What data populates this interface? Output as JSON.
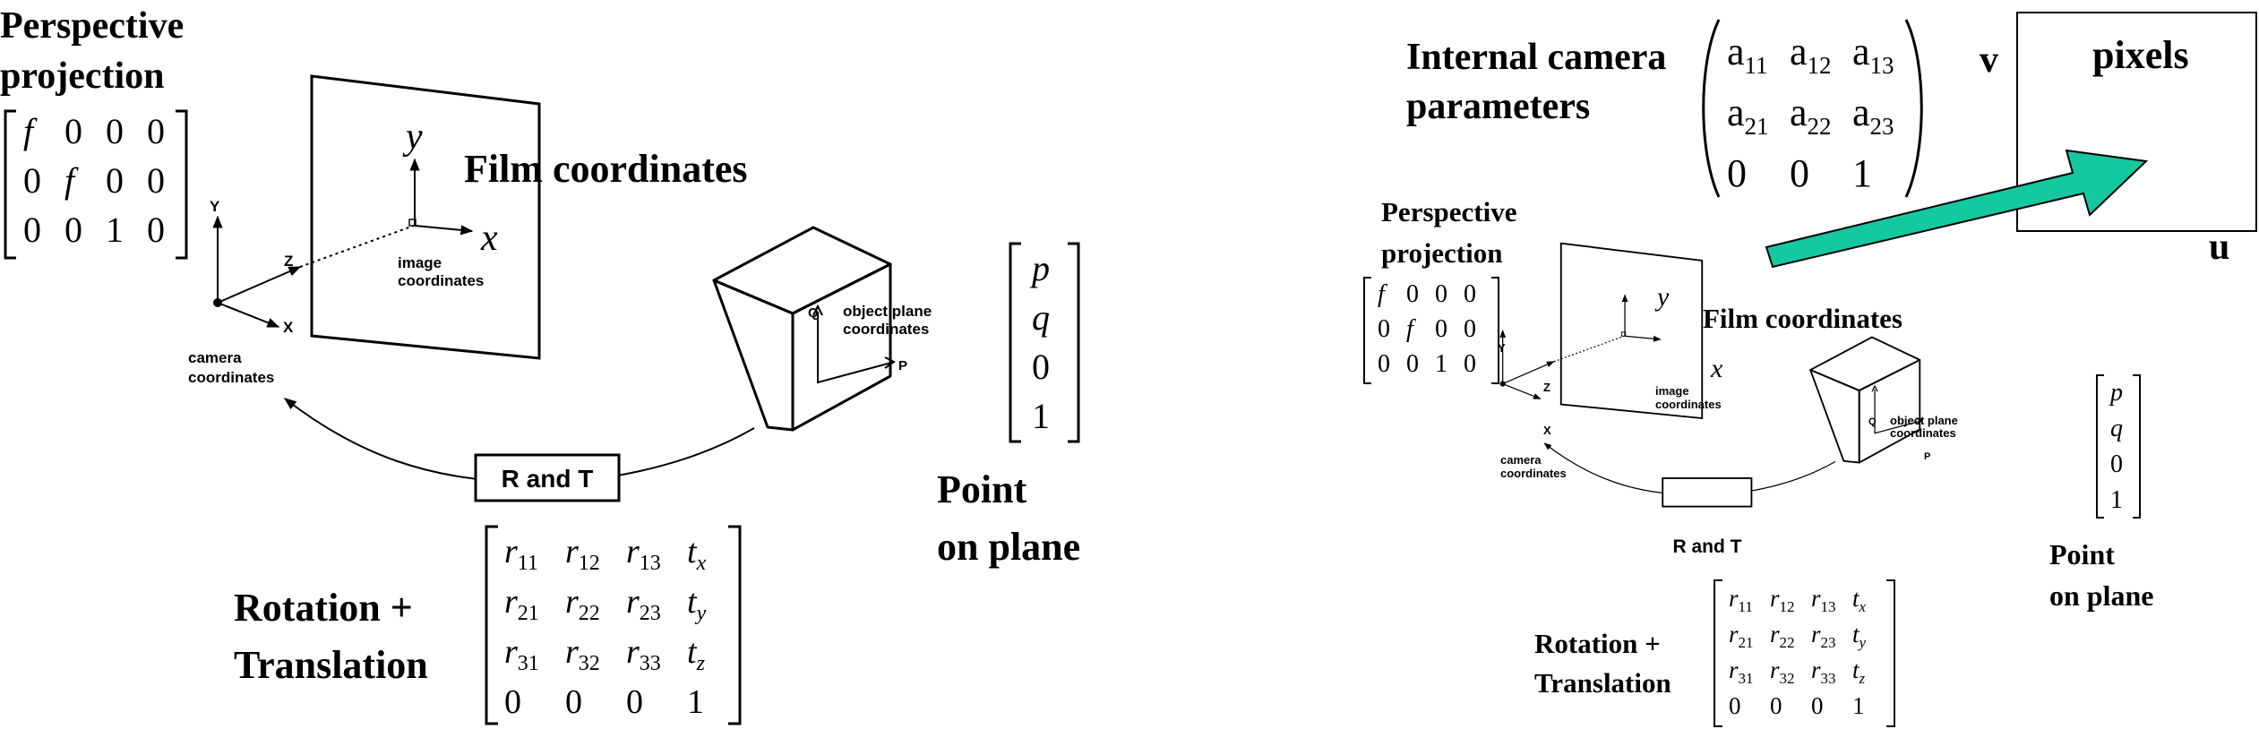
{
  "left": {
    "perspective_projection": [
      "Perspective",
      "projection"
    ],
    "projection_matrix": [
      [
        "f",
        "0",
        "0",
        "0"
      ],
      [
        "0",
        "f",
        "0",
        "0"
      ],
      [
        "0",
        "0",
        "1",
        "0"
      ]
    ],
    "film_coordinates": "Film coordinates",
    "image_coordinates": [
      "image",
      "coordinates"
    ],
    "film_axes": {
      "x": "x",
      "y": "y"
    },
    "camera_axes": {
      "x": "X",
      "y": "Y",
      "z": "Z"
    },
    "camera_coordinates": [
      "camera",
      "coordinates"
    ],
    "object_plane_coordinates": [
      "object plane",
      "coordinates"
    ],
    "object_axes": {
      "p": "P",
      "q": "Q"
    },
    "r_and_t": "R and T",
    "point_vector": [
      "p",
      "q",
      "0",
      "1"
    ],
    "point_on_plane": [
      "Point",
      "on plane"
    ],
    "rotation_translation": [
      "Rotation +",
      "Translation"
    ],
    "rt_matrix": [
      [
        {
          "b": "r",
          "s": "11"
        },
        {
          "b": "r",
          "s": "12"
        },
        {
          "b": "r",
          "s": "13"
        },
        {
          "b": "t",
          "s": "x"
        }
      ],
      [
        {
          "b": "r",
          "s": "21"
        },
        {
          "b": "r",
          "s": "22"
        },
        {
          "b": "r",
          "s": "23"
        },
        {
          "b": "t",
          "s": "y"
        }
      ],
      [
        {
          "b": "r",
          "s": "31"
        },
        {
          "b": "r",
          "s": "32"
        },
        {
          "b": "r",
          "s": "33"
        },
        {
          "b": "t",
          "s": "z"
        }
      ],
      [
        {
          "b": "0",
          "s": ""
        },
        {
          "b": "0",
          "s": ""
        },
        {
          "b": "0",
          "s": ""
        },
        {
          "b": "1",
          "s": ""
        }
      ]
    ]
  },
  "right": {
    "internal_camera_parameters": [
      "Internal camera",
      "parameters"
    ],
    "internal_matrix": [
      [
        {
          "b": "a",
          "s": "11"
        },
        {
          "b": "a",
          "s": "12"
        },
        {
          "b": "a",
          "s": "13"
        }
      ],
      [
        {
          "b": "a",
          "s": "21"
        },
        {
          "b": "a",
          "s": "22"
        },
        {
          "b": "a",
          "s": "23"
        }
      ],
      [
        {
          "b": "0",
          "s": ""
        },
        {
          "b": "0",
          "s": ""
        },
        {
          "b": "1",
          "s": ""
        }
      ]
    ],
    "pixels": "pixels",
    "axis_u": "u",
    "axis_v": "v",
    "arrow_color": "#14C8A0"
  }
}
